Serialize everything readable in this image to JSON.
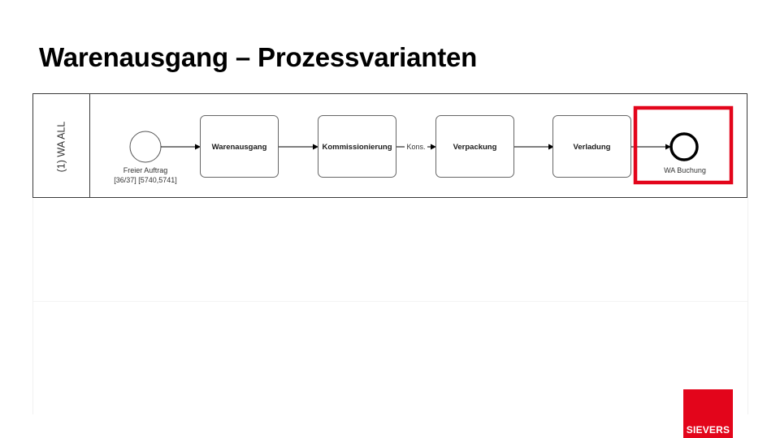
{
  "slide": {
    "title": "Warenausgang – Prozessvarianten"
  },
  "lane": {
    "label": "(1) WA ALL"
  },
  "process": {
    "start_event": {
      "label_line1": "Freier Auftrag",
      "label_line2": "[36/37] [5740,5741]"
    },
    "tasks": [
      {
        "label": "Warenausgang"
      },
      {
        "label": "Kommissionierung"
      },
      {
        "label": "Verpackung"
      },
      {
        "label": "Verladung"
      }
    ],
    "flow_labels": {
      "kommissionierung_to_verpackung": "Kons."
    },
    "end_event": {
      "label": "WA Buchung"
    }
  },
  "colors": {
    "highlight": "#e3051b",
    "brand": "#e3051b"
  },
  "logo": {
    "text": "SIEVERS"
  }
}
